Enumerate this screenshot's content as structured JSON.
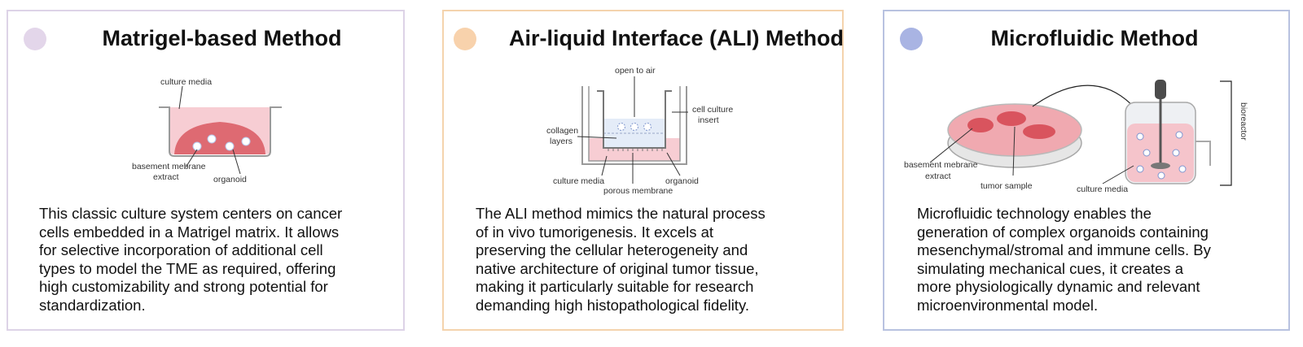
{
  "panels": [
    {
      "title": "Matrigel-based Method",
      "labels": {
        "culture_media": "culture media",
        "basement_membrane_1": "basement mebrane",
        "basement_membrane_2": "extract",
        "organoid": "organoid"
      },
      "description": [
        "This classic culture system centers on cancer",
        "cells embedded in a Matrigel matrix. It allows",
        "for selective incorporation of additional cell",
        "types to model the TME as required, offering",
        "high customizability and strong potential for",
        "standardization."
      ]
    },
    {
      "title": "Air-liquid Interface (ALI) Method",
      "labels": {
        "open_to_air": "open to air",
        "cell_culture_insert_1": "cell culture",
        "cell_culture_insert_2": "insert",
        "collagen_1": "collagen",
        "collagen_2": "layers",
        "culture_media": "culture media",
        "organoid": "organoid",
        "porous_membrane": "porous membrane"
      },
      "description": [
        "The ALI method mimics the natural process",
        "of in vivo tumorigenesis. It excels at",
        "preserving the cellular heterogeneity and",
        "native architecture of original tumor tissue,",
        "making it particularly suitable for research",
        "demanding high histopathological fidelity."
      ]
    },
    {
      "title": "Microfluidic Method",
      "labels": {
        "basement_membrane_1": "basement mebrane",
        "basement_membrane_2": "extract",
        "tumor_sample": "tumor sample",
        "culture_media": "culture media",
        "bioreactor": "bioreactor"
      },
      "description": [
        "Microfluidic technology enables the",
        "generation of complex organoids containing",
        "mesenchymal/stromal and immune cells. By",
        "simulating mechanical cues, it creates a",
        "more physiologically dynamic and relevant",
        "microenvironmental model."
      ]
    }
  ],
  "colors": {
    "panel_1_accent": "#e3d6ea",
    "panel_2_accent": "#f8d2ac",
    "panel_3_accent": "#a9b4e3",
    "media_pink": "#f6c9cf",
    "gel_red": "#de6a72"
  }
}
